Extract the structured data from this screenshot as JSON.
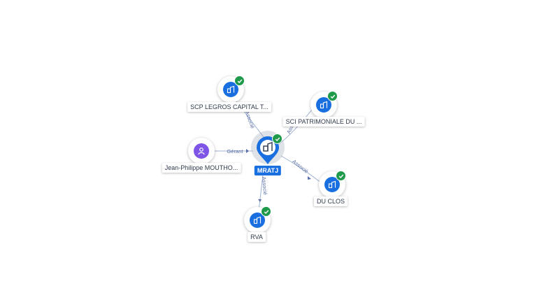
{
  "graph": {
    "center": {
      "label": "MRATJ",
      "icon": "building-icon",
      "status": "verified-check-icon"
    },
    "nodes": [
      {
        "id": "scp",
        "label": "SCP LEGROS CAPITAL T...",
        "type": "company",
        "icon": "building-icon"
      },
      {
        "id": "sci",
        "label": "SCI PATRIMONIALE DU ...",
        "type": "company",
        "icon": "building-icon"
      },
      {
        "id": "person",
        "label": "Jean-Philippe MOUTHO...",
        "type": "person",
        "icon": "person-icon"
      },
      {
        "id": "duclos",
        "label": "DU CLOS",
        "type": "company",
        "icon": "building-icon"
      },
      {
        "id": "rva",
        "label": "RVA",
        "type": "company",
        "icon": "building-icon"
      }
    ],
    "edges": [
      {
        "from": "center",
        "to": "scp",
        "label": "Associé"
      },
      {
        "from": "center",
        "to": "sci",
        "label": "Associé"
      },
      {
        "from": "person",
        "to": "center",
        "label": "Gérant"
      },
      {
        "from": "center",
        "to": "duclos",
        "label": "Associé"
      },
      {
        "from": "center",
        "to": "rva",
        "label": "Associé"
      }
    ]
  },
  "colors": {
    "company": "#1a6fe0",
    "person": "#7e55e6",
    "verified": "#1f9a4a",
    "edge": "#8aa2c8",
    "edge_label": "#5b6fa8"
  }
}
